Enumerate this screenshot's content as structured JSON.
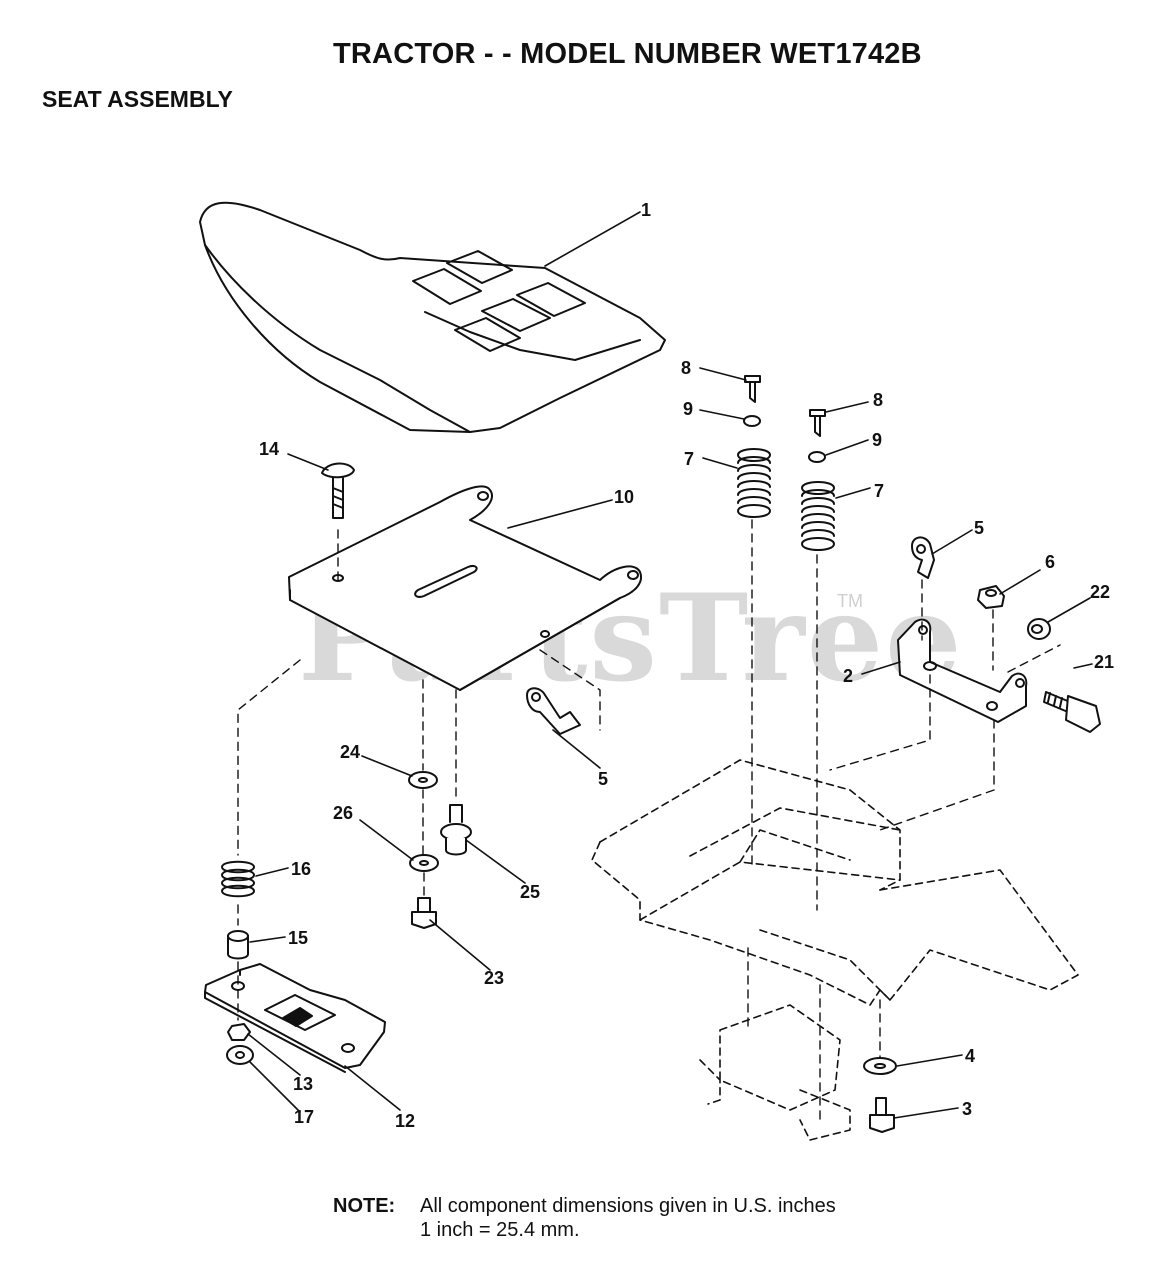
{
  "header": {
    "title": "TRACTOR - - MODEL NUMBER WET1742B",
    "subtitle": "SEAT ASSEMBLY"
  },
  "watermark": {
    "text": "PartsTree",
    "mark": "TM"
  },
  "callouts": {
    "c1": "1",
    "c2": "2",
    "c3": "3",
    "c4": "4",
    "c5a": "5",
    "c5b": "5",
    "c6": "6",
    "c7a": "7",
    "c7b": "7",
    "c8a": "8",
    "c8b": "8",
    "c9a": "9",
    "c9b": "9",
    "c10": "10",
    "c12": "12",
    "c13": "13",
    "c14": "14",
    "c15": "15",
    "c16": "16",
    "c17": "17",
    "c21": "21",
    "c22": "22",
    "c23": "23",
    "c24": "24",
    "c25": "25",
    "c26": "26"
  },
  "note": {
    "label": "NOTE:",
    "line1": "All component dimensions given in U.S. inches",
    "line2": "1 inch = 25.4 mm."
  }
}
